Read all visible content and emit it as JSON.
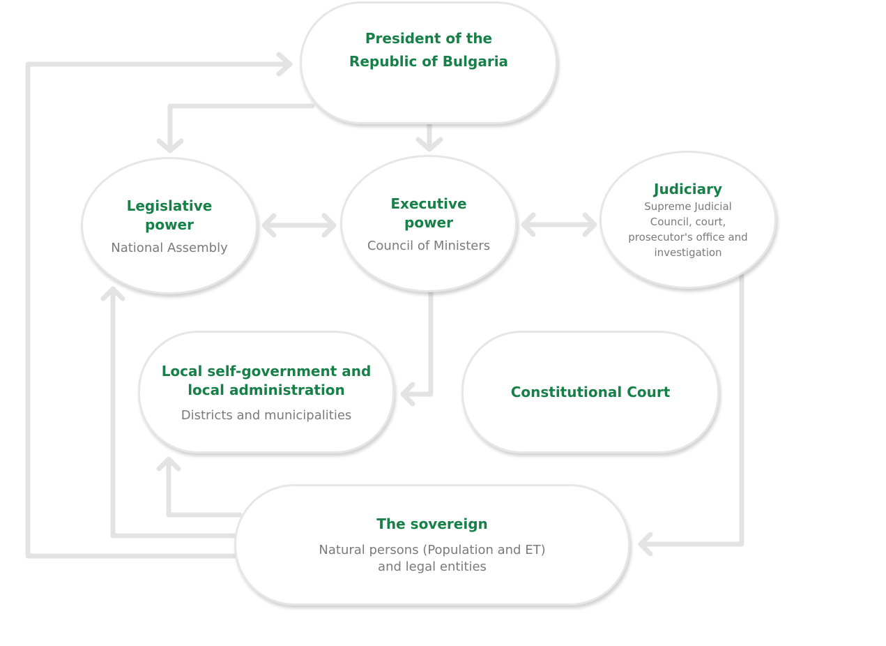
{
  "nodes": {
    "president": {
      "title_1": "President of the",
      "title_2": "Republic of Bulgaria"
    },
    "legislative": {
      "title_1": "Legislative",
      "title_2": "power",
      "subtitle": "National Assembly"
    },
    "executive": {
      "title_1": "Executive",
      "title_2": "power",
      "subtitle": "Council of Ministers"
    },
    "judiciary": {
      "title": "Judiciary",
      "sub_1": "Supreme Judicial",
      "sub_2": "Council, court,",
      "sub_3": "prosecutor's office and",
      "sub_4": "investigation"
    },
    "local": {
      "title_1": "Local self-government and",
      "title_2": "local administration",
      "subtitle": "Districts and municipalities"
    },
    "constitutional_court": {
      "title": "Constitutional Court"
    },
    "sovereign": {
      "title": "The sovereign",
      "sub_1": "Natural persons (Population and ET)",
      "sub_2": "and legal entities"
    }
  },
  "colors": {
    "title": "#178048",
    "subtitle": "#7a7a7a",
    "connector": "#e3e3e3",
    "border": "#e6e6e6"
  }
}
